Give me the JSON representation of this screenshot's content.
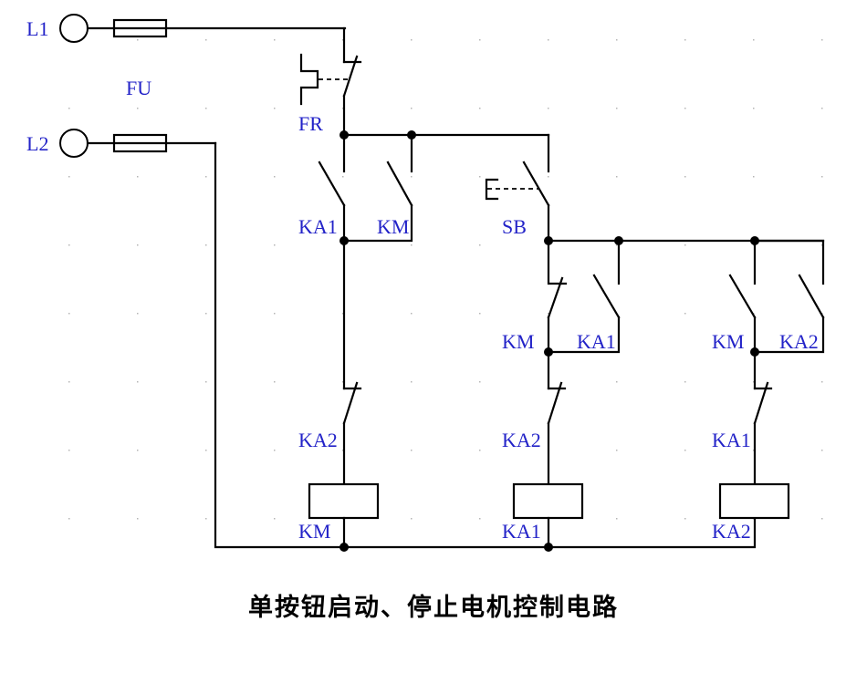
{
  "title": "单按钮启动、停止电机控制电路",
  "colors": {
    "label": "#2323c8",
    "wire": "#000000",
    "grid": "#b5b5b5",
    "background": "#ffffff"
  },
  "labels": {
    "L1": "L1",
    "L2": "L2",
    "FU": "FU",
    "FR": "FR",
    "SB": "SB",
    "branch1_contact_a": "KA1",
    "branch1_contact_b": "KM",
    "branch1_nc": "KA2",
    "branch1_coil": "KM",
    "branch2_contact_a": "KM",
    "branch2_contact_b": "KA1",
    "branch2_nc": "KA2",
    "branch2_coil": "KA1",
    "branch3_contact_a": "KM",
    "branch3_contact_b": "KA2",
    "branch3_nc": "KA1",
    "branch3_coil": "KA2"
  },
  "components": [
    {
      "id": "L1",
      "type": "terminal"
    },
    {
      "id": "L2",
      "type": "terminal"
    },
    {
      "id": "FU",
      "type": "fuse",
      "count": 2
    },
    {
      "id": "FR",
      "type": "thermal-relay-nc-contact"
    },
    {
      "id": "SB",
      "type": "pushbutton-no"
    },
    {
      "id": "KA1",
      "type": "no-contact"
    },
    {
      "id": "KM",
      "type": "no-contact"
    },
    {
      "id": "KA2",
      "type": "nc-contact"
    },
    {
      "id": "KM",
      "type": "coil"
    },
    {
      "id": "KA1",
      "type": "coil"
    },
    {
      "id": "KA2",
      "type": "coil"
    }
  ]
}
